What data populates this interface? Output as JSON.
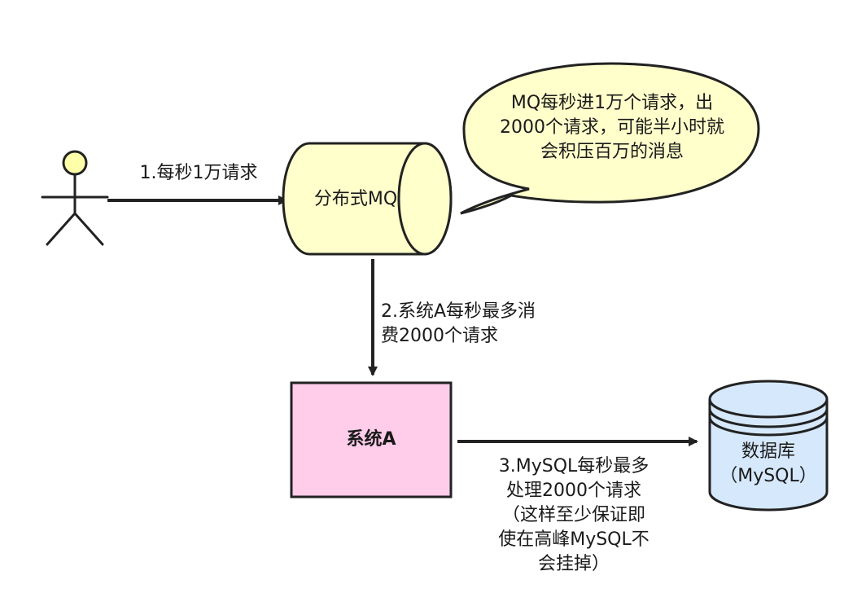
{
  "user_label": "",
  "edge_user_mq": "1.每秒1万请求",
  "mq_label": "分布式MQ",
  "bubble_text": "MQ每秒进1万个请求，出\n2000个请求，可能半小时就\n会积压百万的消息",
  "edge_mq_system": "2.系统A每秒最多消\n费2000个请求",
  "system_label": "系统A",
  "edge_system_db": "3.MySQL每秒最多\n处理2000个请求\n（这样至少保证即\n使在高峰MySQL不\n会挂掉）",
  "db_label": "数据库\n（MySQL）",
  "colors": {
    "mq_fill": "#ffffcc",
    "bubble_fill": "#ffffcc",
    "system_fill": "#ffccea",
    "db_fill": "#d5e8fc",
    "actor_head": "#ffffaa",
    "stroke": "#222222"
  }
}
